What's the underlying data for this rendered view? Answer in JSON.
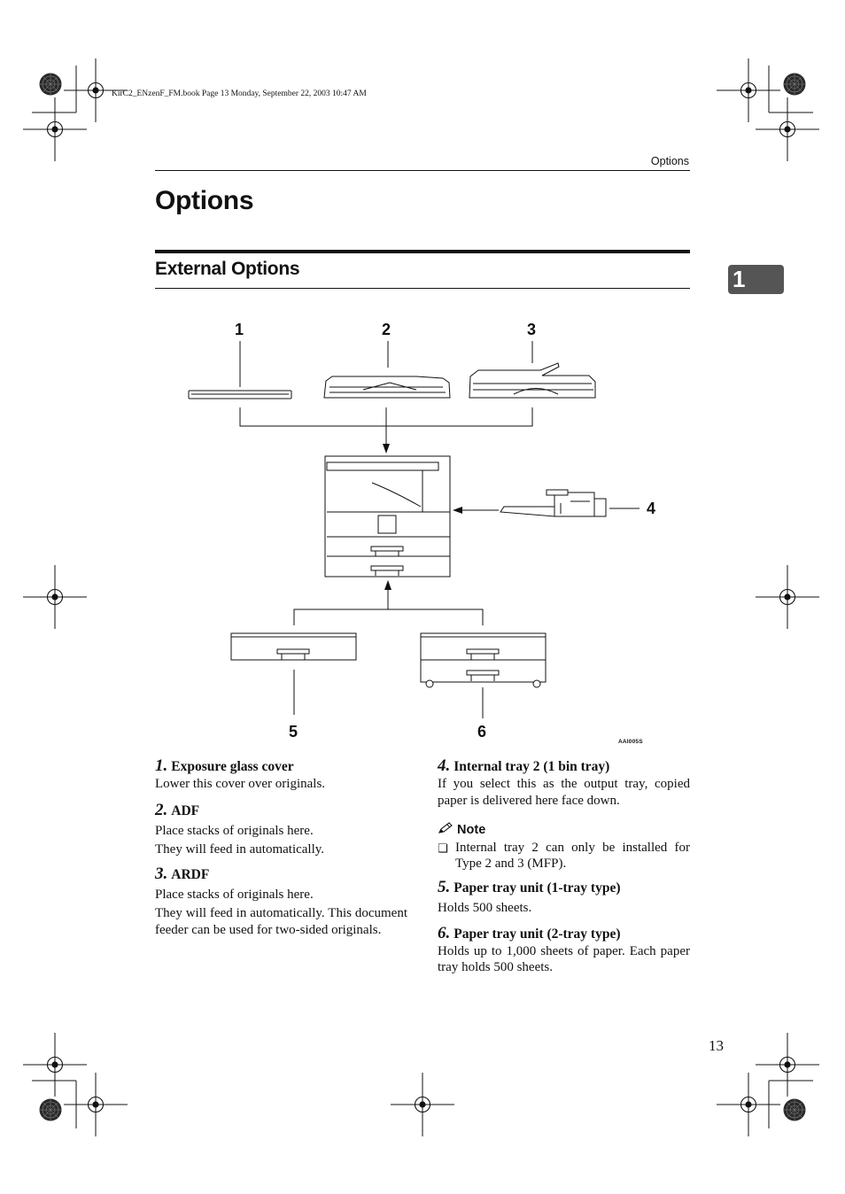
{
  "print_header": "KirC2_ENzenF_FM.book  Page 13  Monday, September 22, 2003  10:47 AM",
  "running_head": "Options",
  "page_title": "Options",
  "section_title": "External Options",
  "chapter_tab": "1",
  "figure": {
    "callouts": [
      "1",
      "2",
      "3",
      "4",
      "5",
      "6"
    ],
    "code": "AAI005S"
  },
  "items": [
    {
      "num": "1.",
      "title": "Exposure glass cover",
      "paragraphs": [
        "Lower this cover over originals."
      ]
    },
    {
      "num": "2.",
      "title": "ADF",
      "paragraphs": [
        "Place stacks of originals here.",
        "They will feed in automatically."
      ]
    },
    {
      "num": "3.",
      "title": "ARDF",
      "paragraphs": [
        "Place stacks of originals here.",
        "They will feed in automatically. This document feeder can be used for two-sided originals."
      ]
    },
    {
      "num": "4.",
      "title": "Internal tray 2 (1 bin tray)",
      "paragraphs": [
        "If you select this as the output tray, copied paper is delivered here face down."
      ]
    },
    {
      "num": "5.",
      "title": "Paper tray unit (1-tray type)",
      "paragraphs": [
        "Holds 500 sheets."
      ]
    },
    {
      "num": "6.",
      "title": "Paper tray unit (2-tray type)",
      "paragraphs": [
        "Holds up to 1,000 sheets of paper. Each paper tray holds 500 sheets."
      ]
    }
  ],
  "note": {
    "label": "Note",
    "items": [
      "Internal tray 2 can only be installed for Type 2 and 3 (MFP)."
    ]
  },
  "page_number": "13"
}
